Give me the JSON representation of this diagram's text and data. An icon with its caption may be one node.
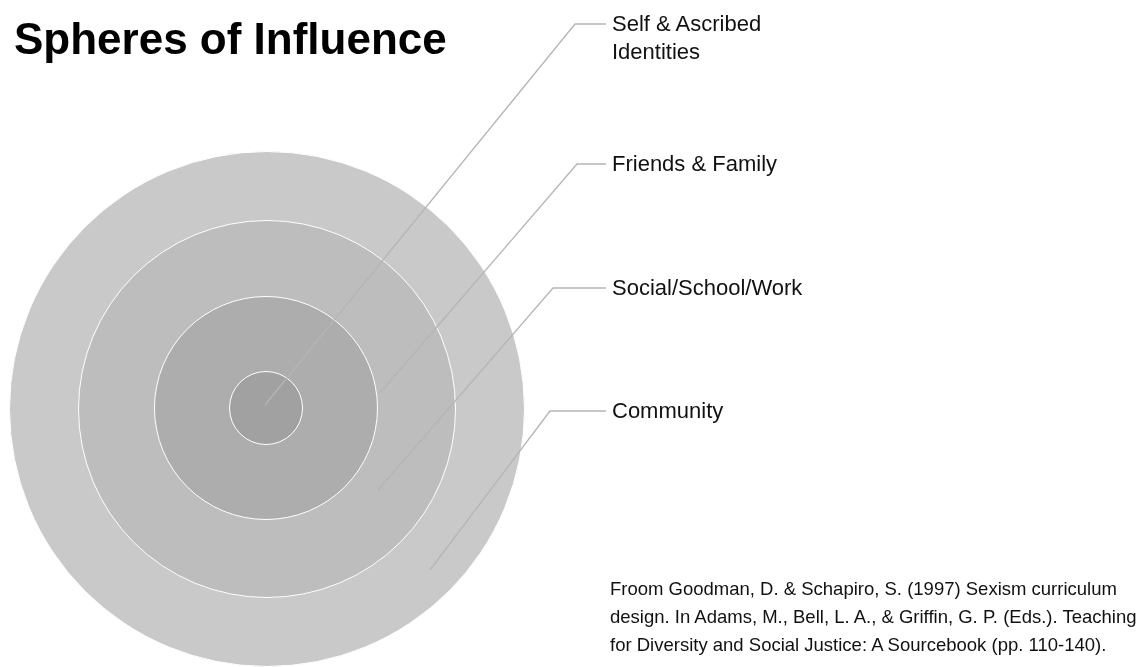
{
  "diagram": {
    "title": "Spheres of Influence",
    "nodes": [
      {
        "text": [],
        "shape": "circle"
      },
      {
        "text": [],
        "shape": "circle",
        "in": 0
      },
      {
        "text": [],
        "shape": "circle",
        "in": 1
      },
      {
        "text": [],
        "shape": "circle",
        "in": 2
      },
      {
        "text": [
          "Self & Ascribed Identities"
        ]
      },
      {
        "text": [
          "Friends & Family"
        ]
      },
      {
        "text": [
          "Social/School/Work"
        ]
      },
      {
        "text": [
          "Community"
        ]
      }
    ],
    "edges": [
      {
        "from": 4,
        "to": 3,
        "arrow": "none"
      },
      {
        "from": 5,
        "to": 2,
        "arrow": "none"
      },
      {
        "from": 6,
        "to": 1,
        "arrow": "none"
      },
      {
        "from": 7,
        "to": 0,
        "arrow": "none"
      }
    ],
    "labels": [
      "Froom Goodman, D. & Schapiro, S. (1997) Sexism curriculum design. In Adams, M., Bell, L. A., & Griffin, G. P. (Eds.). Teaching for Diversity and Social Justice: A Sourcebook (pp. 110-140)."
    ]
  }
}
